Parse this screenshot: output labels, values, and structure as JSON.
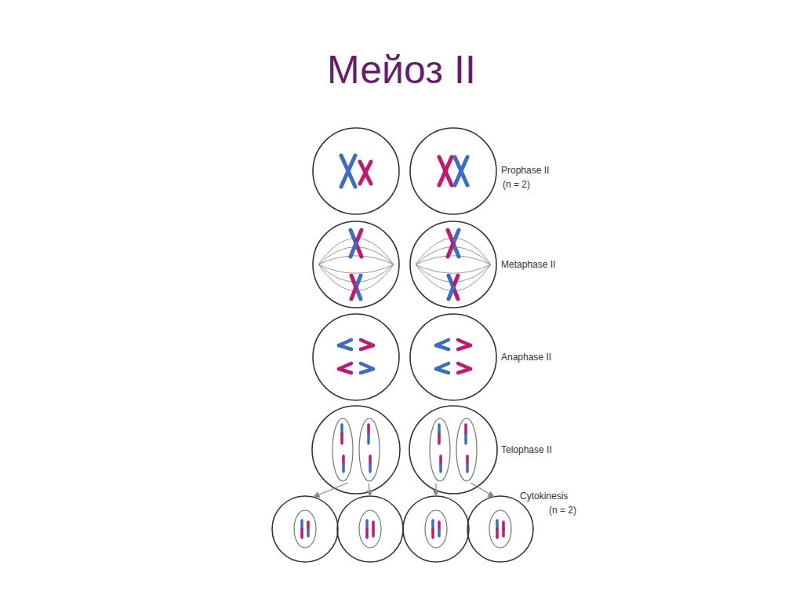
{
  "diagram": {
    "title": "Мейоз II",
    "labels": [
      "Prophase II",
      "(n = 2)",
      "Metaphase II",
      "Anaphase II",
      "Telophase II",
      "Cytokinesis",
      "(n = 2)"
    ]
  }
}
